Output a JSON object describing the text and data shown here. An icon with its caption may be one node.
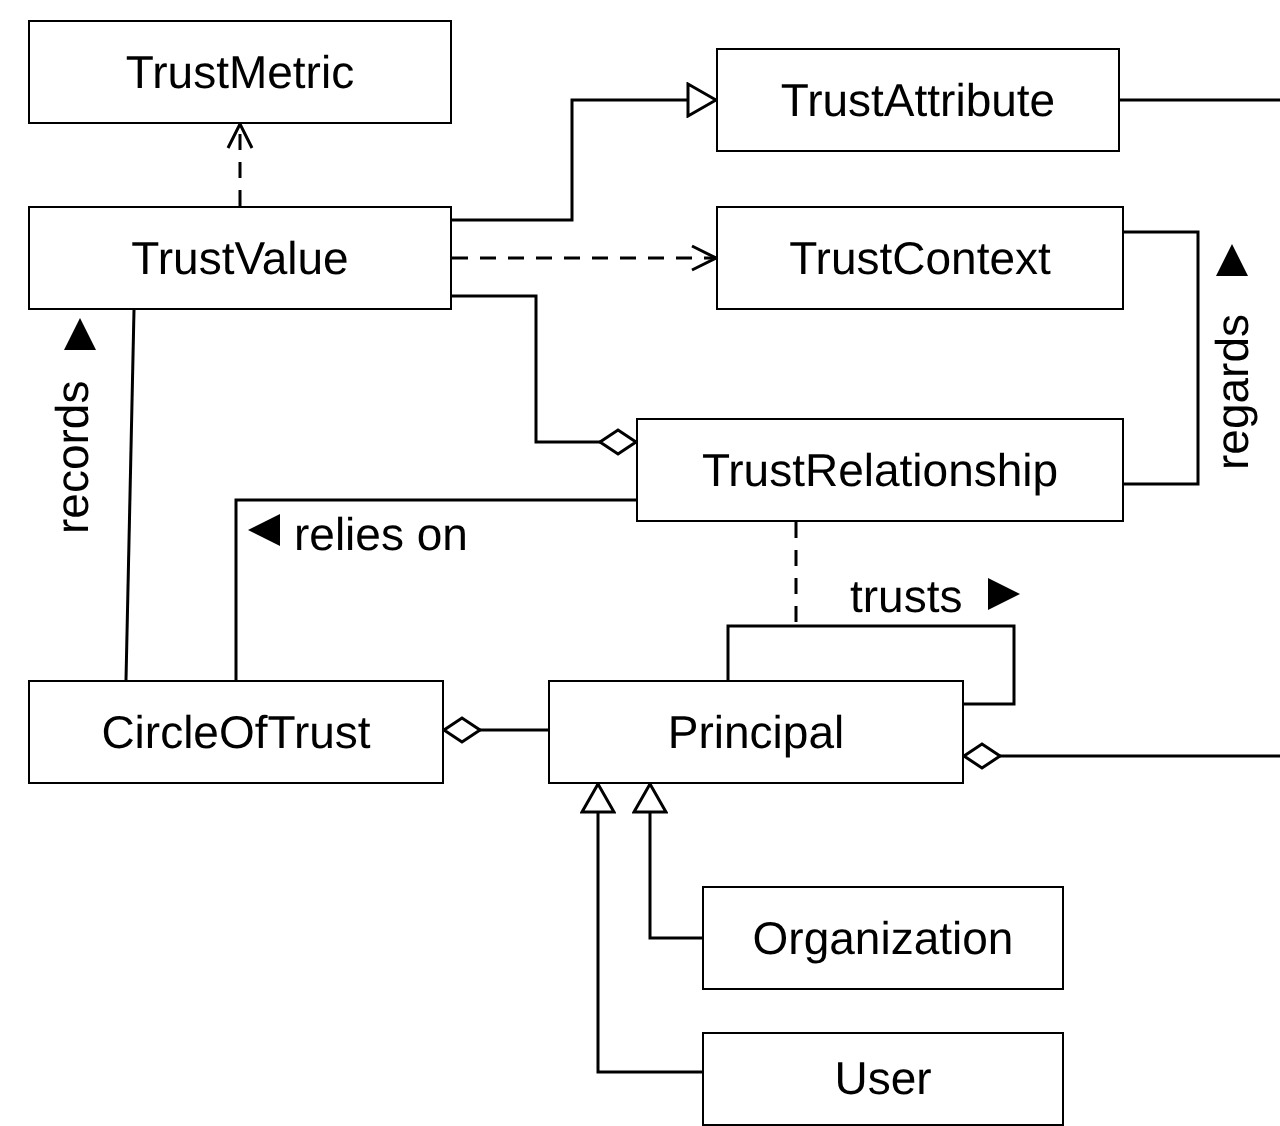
{
  "diagram": {
    "nodes": [
      {
        "text": [
          "TrustMetric"
        ]
      },
      {
        "text": [
          "TrustValue"
        ]
      },
      {
        "text": [
          "TrustAttribute"
        ]
      },
      {
        "text": [
          "TrustContext"
        ]
      },
      {
        "text": [
          "TrustRelationship"
        ]
      },
      {
        "text": [
          "CircleOfTrust"
        ]
      },
      {
        "text": [
          "Principal"
        ]
      },
      {
        "text": [
          "Organization"
        ]
      },
      {
        "text": [
          "User"
        ]
      }
    ],
    "edges": [
      {
        "from": 1,
        "to": 0,
        "arrow": "to",
        "style": "dashed"
      },
      {
        "from": 1,
        "to": 2,
        "arrow": "to"
      },
      {
        "from": 1,
        "to": 3,
        "arrow": "to",
        "style": "dashed"
      },
      {
        "from": 1,
        "to": 4,
        "arrow": "other"
      },
      {
        "from": 3,
        "to": 4,
        "arrow": "none",
        "label": "regards"
      },
      {
        "from": 1,
        "to": 5,
        "arrow": "none",
        "label": "records"
      },
      {
        "from": 5,
        "to": 4,
        "arrow": "none",
        "label": "relies on"
      },
      {
        "from": 4,
        "to": 6,
        "arrow": "none",
        "style": "dashed"
      },
      {
        "from": 6,
        "to": 6,
        "arrow": "none",
        "label": "trusts"
      },
      {
        "from": 6,
        "to": 5,
        "arrow": "other"
      },
      {
        "from": null,
        "to": 6,
        "arrow": "other"
      },
      {
        "from": 2,
        "to": null,
        "arrow": "none"
      },
      {
        "from": 7,
        "to": 6,
        "arrow": "to"
      },
      {
        "from": 8,
        "to": 6,
        "arrow": "to"
      }
    ]
  }
}
